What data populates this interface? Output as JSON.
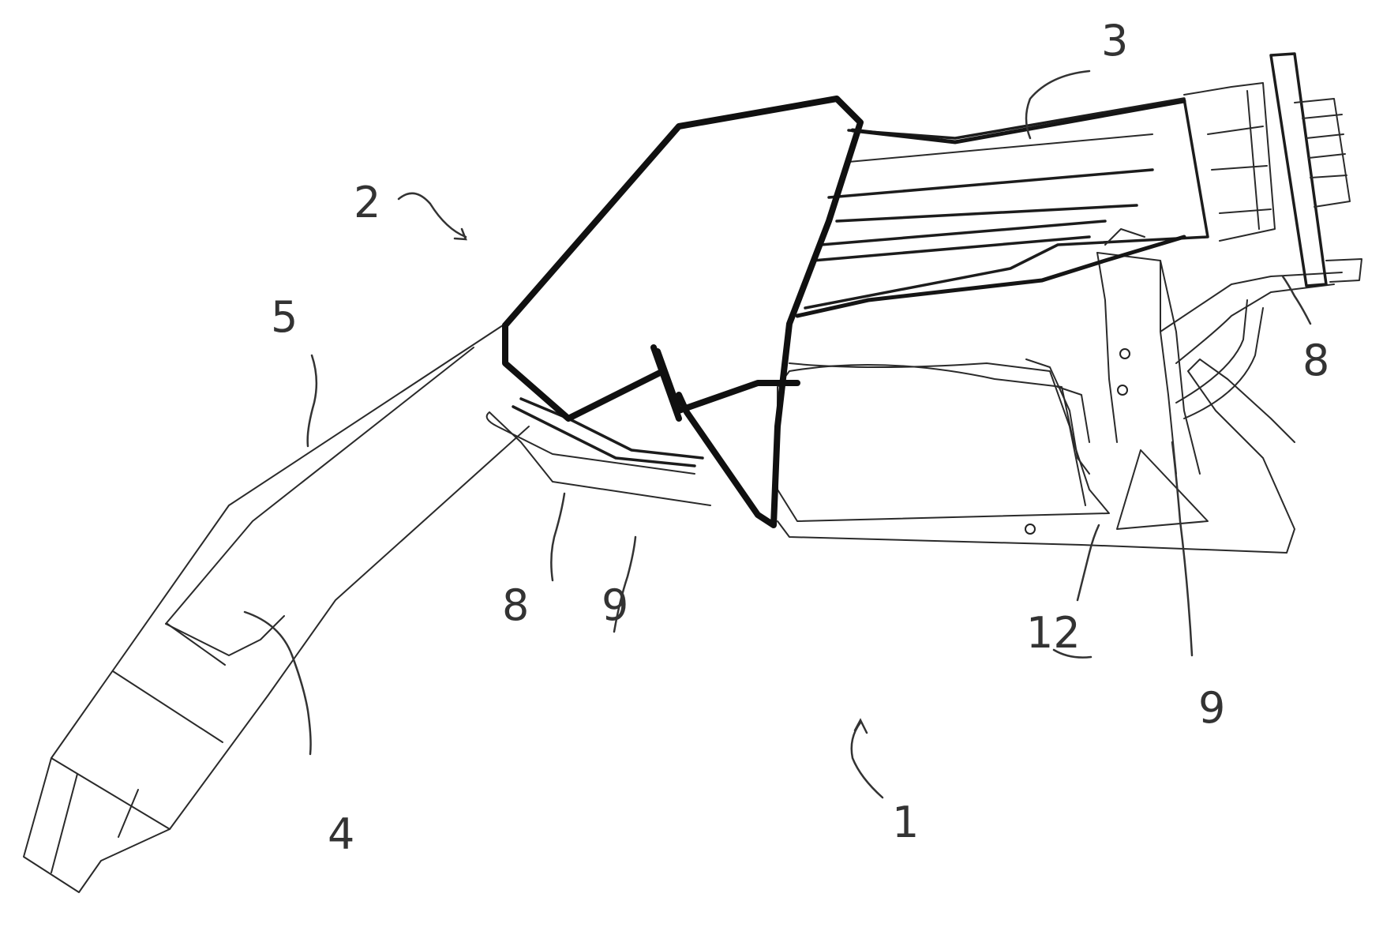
{
  "figure": {
    "labels": {
      "l1": "1",
      "l2": "2",
      "l3": "3",
      "l4": "4",
      "l5": "5",
      "l8a": "8",
      "l8b": "8",
      "l9a": "9",
      "l9b": "9",
      "l12": "12"
    },
    "colors": {
      "ink": "#1c1c1c",
      "background": "#ffffff"
    }
  }
}
